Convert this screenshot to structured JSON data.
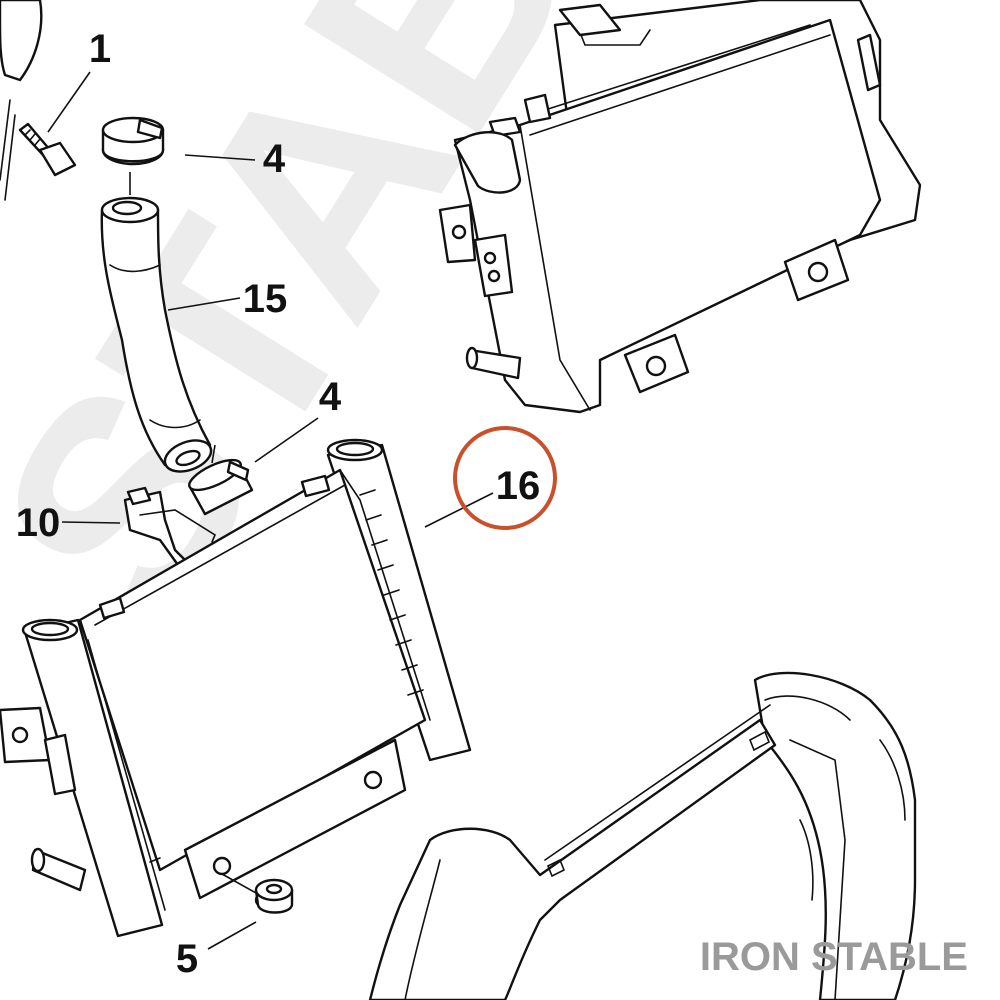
{
  "watermark": {
    "background_text": "STABLE",
    "corner_text": "IRON STABLE",
    "background_color": "#ececec",
    "corner_color": "#9a9a9a"
  },
  "callouts": [
    {
      "id": "bolt",
      "label": "1"
    },
    {
      "id": "clamp-upper",
      "label": "4"
    },
    {
      "id": "hose",
      "label": "15"
    },
    {
      "id": "clamp-lower",
      "label": "4"
    },
    {
      "id": "bracket",
      "label": "10"
    },
    {
      "id": "radiator",
      "label": "16"
    },
    {
      "id": "grommet",
      "label": "5"
    }
  ],
  "highlight": {
    "target": "radiator",
    "color": "#c8502a"
  },
  "parts": [
    {
      "name": "bolt-icon"
    },
    {
      "name": "hose-clamp-icon"
    },
    {
      "name": "coolant-hose-icon"
    },
    {
      "name": "mounting-bracket-icon"
    },
    {
      "name": "oil-cooler-radiator-icon"
    },
    {
      "name": "rubber-grommet-icon"
    },
    {
      "name": "upper-cooler-assembly-icon"
    },
    {
      "name": "lower-shroud-icon"
    }
  ]
}
